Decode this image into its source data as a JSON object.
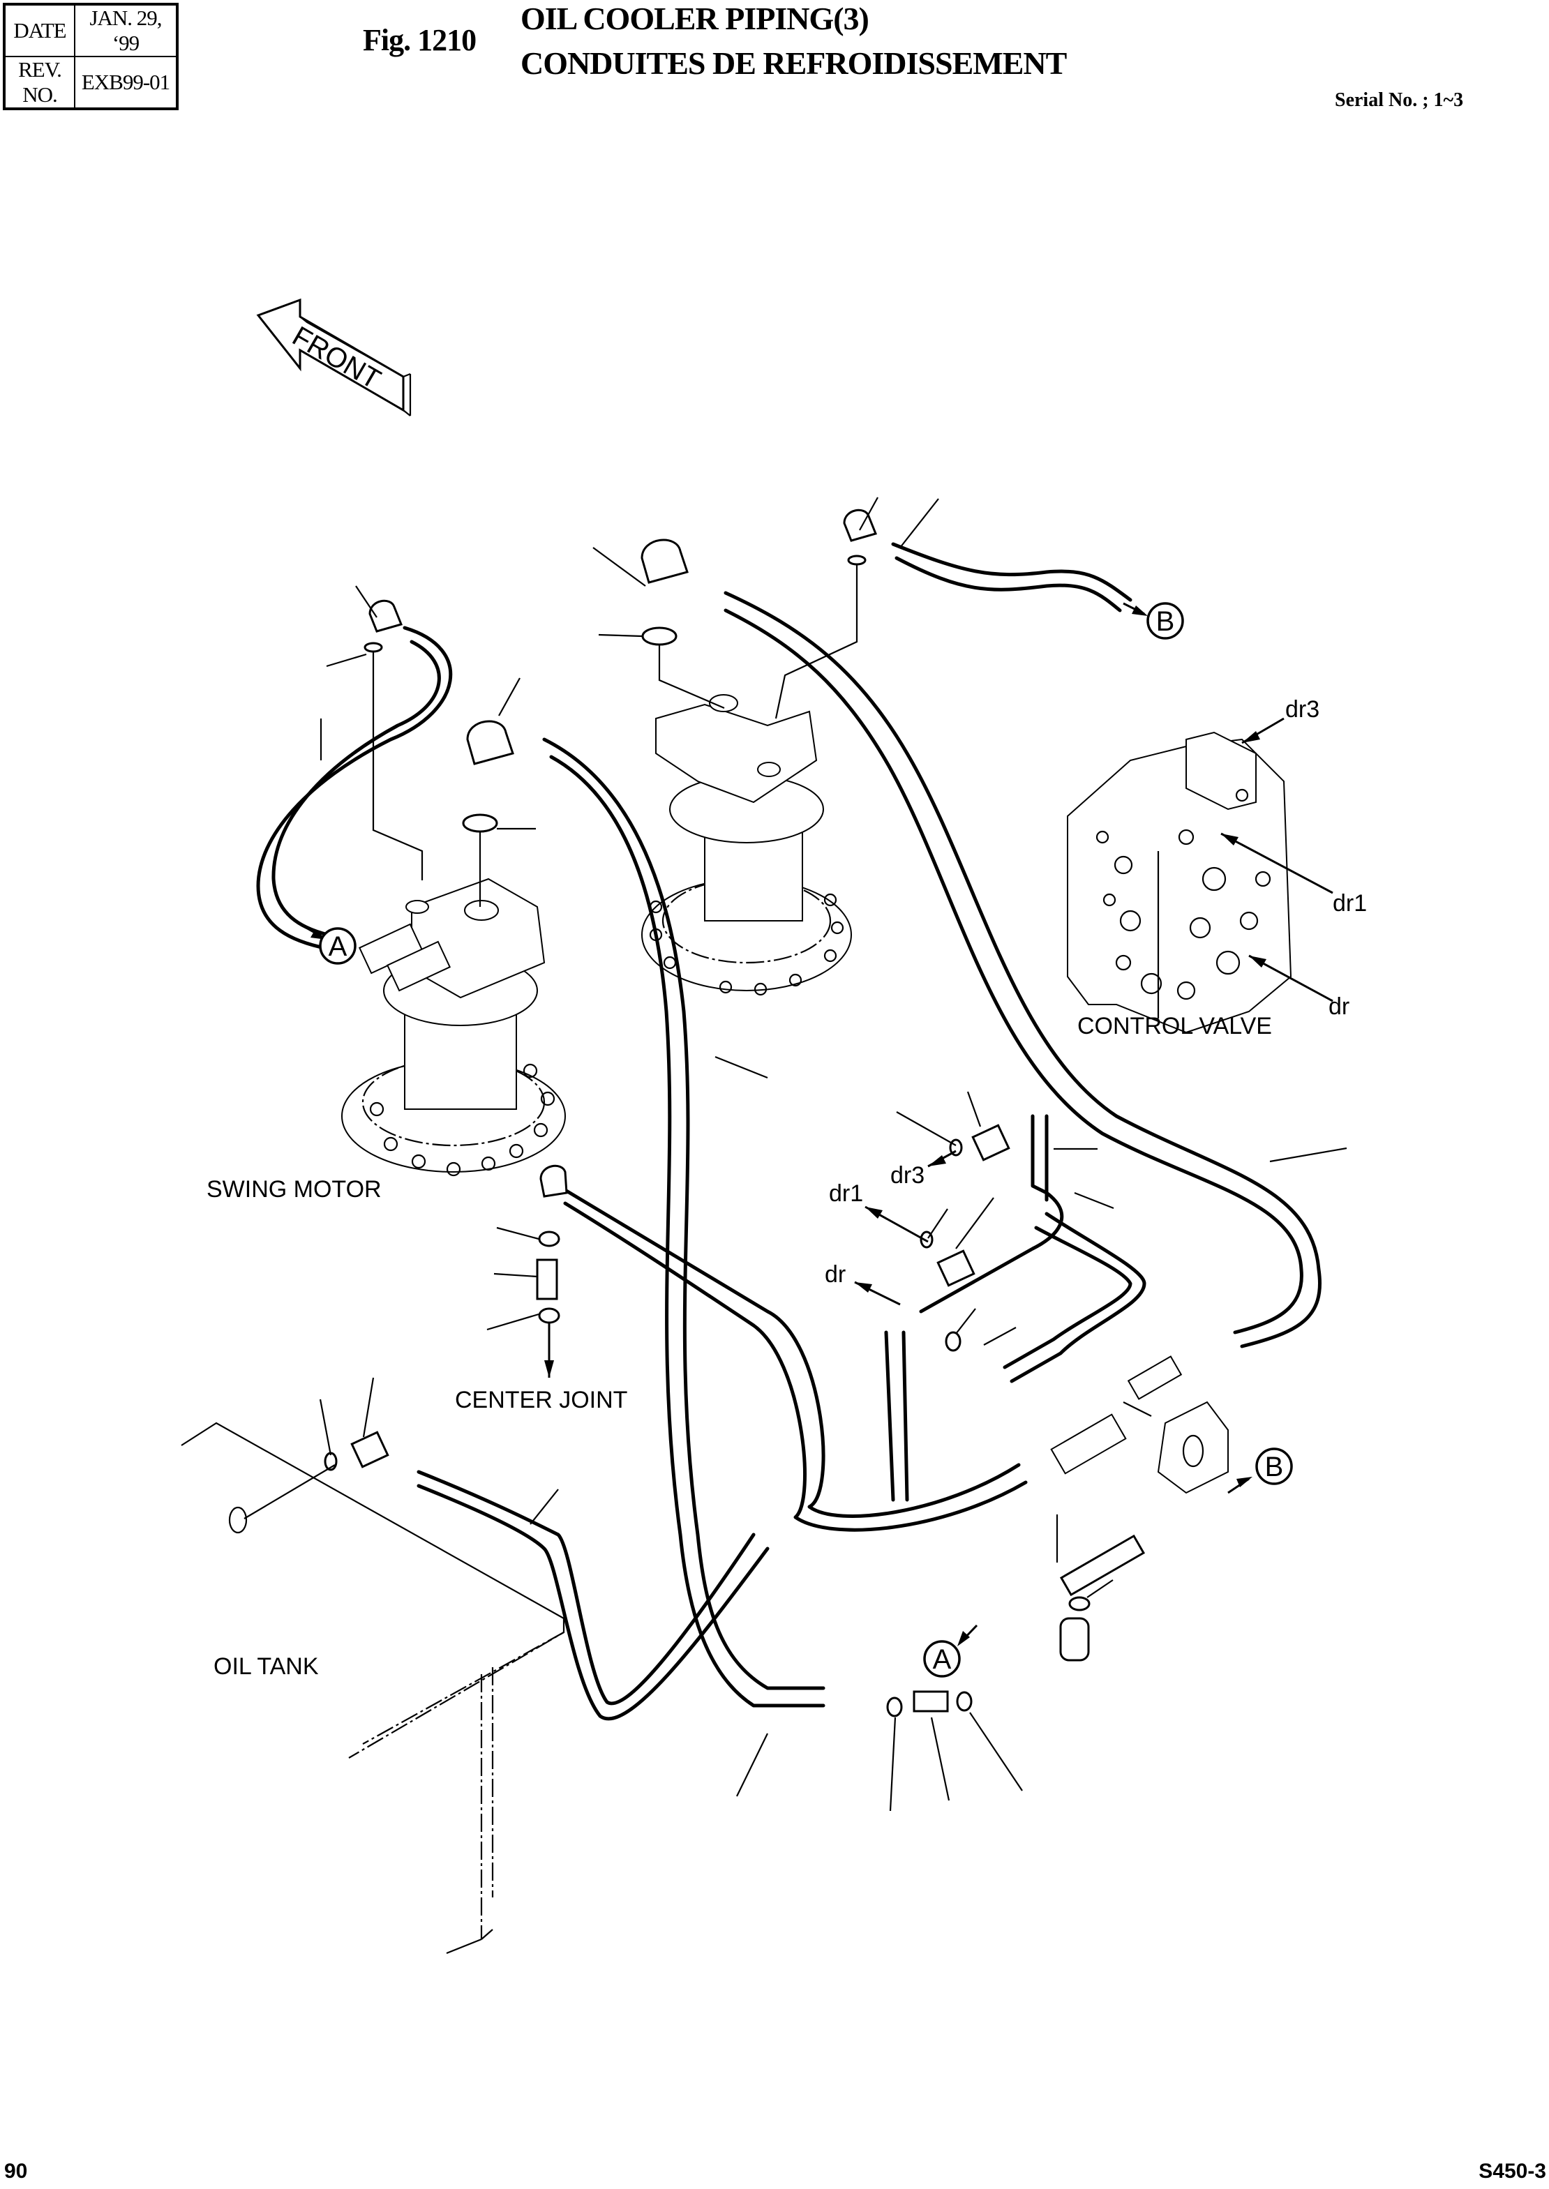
{
  "header": {
    "date_label": "DATE",
    "date_value": "JAN. 29, ‘99",
    "rev_label": "REV. NO.",
    "rev_value": "EXB99-01",
    "figure_number": "Fig. 1210",
    "title_en": "OIL COOLER PIPING(3)",
    "title_fr": "CONDUITES DE REFROIDISSEMENT",
    "serial": "Serial No. ; 1~3"
  },
  "drawing": {
    "orientation_arrow": "FRONT",
    "component_labels": {
      "swing_motor": "SWING MOTOR",
      "control_valve": "CONTROL VALVE",
      "center_joint": "CENTER JOINT",
      "oil_tank": "OIL TANK"
    },
    "port_labels": {
      "control_valve_dr3": "dr3",
      "control_valve_dr1": "dr1",
      "control_valve_dr": "dr",
      "manifold_dr3": "dr3",
      "manifold_dr1": "dr1",
      "manifold_dr": "dr"
    },
    "connection_callouts": {
      "a_swing_motor": "A",
      "a_lower": "A",
      "b_upper": "B",
      "b_lower": "B"
    }
  },
  "footer": {
    "page_number": "90",
    "model": "S450-3"
  }
}
